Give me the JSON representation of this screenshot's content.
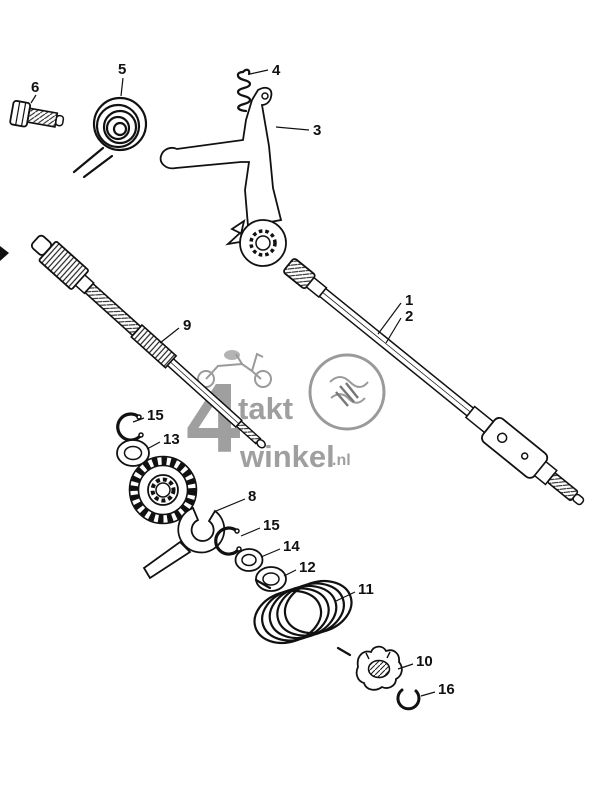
{
  "diagram": {
    "background": "#ffffff",
    "line_color": "#111111",
    "watermark_color": "#8f8f8f"
  },
  "watermark": {
    "numeral": "4",
    "word_top": "takt",
    "word_bottom": "winkel",
    "suffix": ".nl"
  },
  "parts": {
    "p1": "1",
    "p2": "2",
    "p3": "3",
    "p4": "4",
    "p5": "5",
    "p6": "6",
    "p8": "8",
    "p9": "9",
    "p10": "10",
    "p11": "11",
    "p12": "12",
    "p13": "13",
    "p14": "14",
    "p15a": "15",
    "p15b": "15",
    "p16": "16"
  }
}
